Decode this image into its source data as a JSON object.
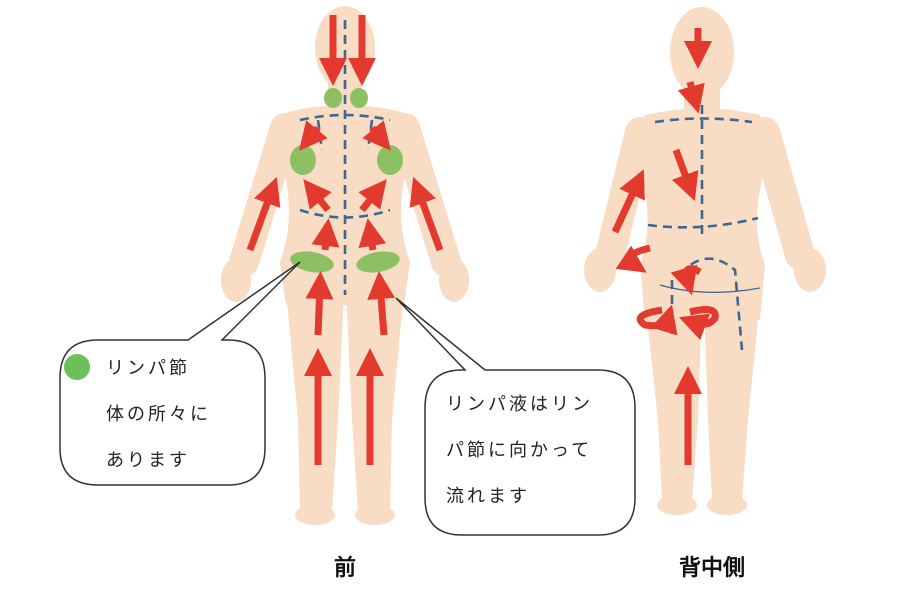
{
  "callouts": {
    "lymph_node": {
      "legend_color": "#6cc05a",
      "lines": [
        "リンパ節",
        "体の所々に",
        "あります"
      ]
    },
    "lymph_flow": {
      "lines": [
        "リンパ液はリン",
        "パ節に向かって",
        "流れます"
      ]
    }
  },
  "labels": {
    "front": "前",
    "back": "背中側"
  },
  "colors": {
    "skin": "#f9dcc4",
    "arrow": "#e23a2e",
    "lymph_node": "#8cc063",
    "lymph_vessel": "#3f6790"
  }
}
